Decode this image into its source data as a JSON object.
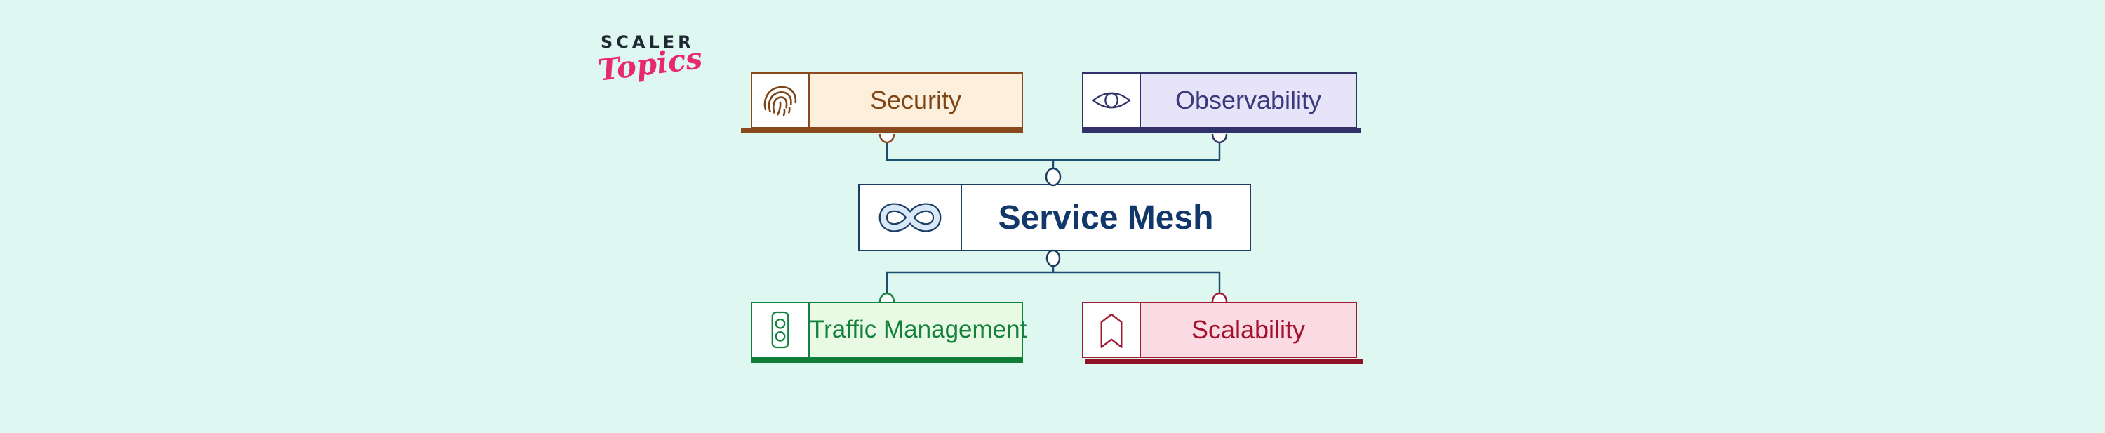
{
  "logo": {
    "brand": "SCALER",
    "sub": "Topics",
    "brand_color": "#1e2832",
    "sub_color": "#e62a6c"
  },
  "diagram": {
    "title_node": {
      "label": "Service Mesh",
      "icon": "infinity-icon",
      "fill": "#ffffff",
      "border": "#1d3e63",
      "text_color": "#12386b"
    },
    "nodes": [
      {
        "label": "Security",
        "icon": "fingerprint-icon",
        "position": "top-left",
        "fill": "#fcefdc",
        "border": "#8a4a1e",
        "text_color": "#7d4616"
      },
      {
        "label": "Observability",
        "icon": "eye-icon",
        "position": "top-right",
        "fill": "#e7e3f8",
        "border": "#32326a",
        "text_color": "#3c3a7e"
      },
      {
        "label": "Traffic Management",
        "icon": "traffic-light-icon",
        "position": "bottom-left",
        "fill": "#e8fae3",
        "border": "#12823e",
        "text_color": "#13803c"
      },
      {
        "label": "Scalability",
        "icon": "bookmark-icon",
        "position": "bottom-right",
        "fill": "#fbdbe3",
        "border": "#a01b30",
        "text_color": "#a3112d"
      }
    ],
    "edges": [
      [
        "Security",
        "Service Mesh"
      ],
      [
        "Observability",
        "Service Mesh"
      ],
      [
        "Service Mesh",
        "Traffic Management"
      ],
      [
        "Service Mesh",
        "Scalability"
      ]
    ],
    "connector_color": "#1b5070",
    "background_color": "#dff7f1"
  }
}
